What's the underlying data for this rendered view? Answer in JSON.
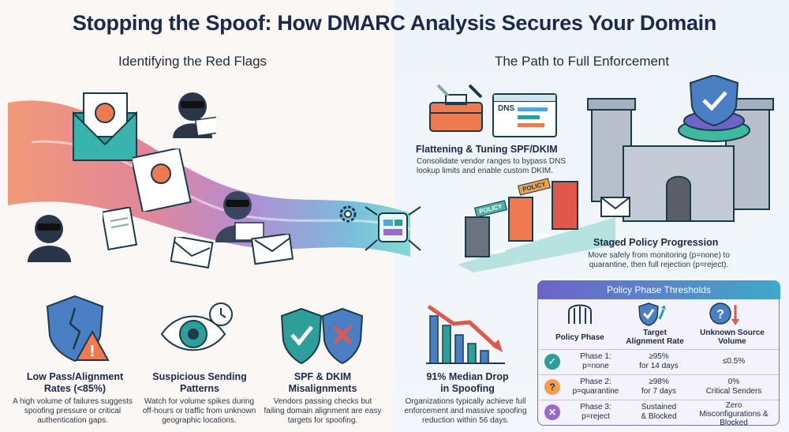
{
  "title": "Stopping the Spoof: How DMARC Analysis Secures Your Domain",
  "left_section": {
    "heading": "Identifying the Red Flags",
    "cards": [
      {
        "title": "Low Pass/Alignment Rates (<85%)",
        "text": "A high volume of failures suggests spoofing pressure or critical authentication gaps."
      },
      {
        "title": "Suspicious Sending Patterns",
        "text": "Watch for volume spikes during off-hours or traffic from unknown geographic locations."
      },
      {
        "title": "SPF & DKIM Misalignments",
        "text": "Vendors passing checks but failing domain alignment are easy targets for spoofing."
      }
    ]
  },
  "right_section": {
    "heading": "The Path to Full Enforcement",
    "dns_label": "DNS",
    "policy_tag": "POLICY",
    "flattening": {
      "title": "Flattening & Tuning SPF/DKIM",
      "text": "Consolidate vendor ranges to bypass DNS lookup limits and enable custom DKIM."
    },
    "staged": {
      "title": "Staged Policy Progression",
      "text": "Move safely from monitoring (p=none) to quarantine, then full rejection (p=reject)."
    },
    "drop": {
      "title": "91% Median Drop in Spoofing",
      "text": "Organizations typically achieve full enforcement and massive spoofing reduction within 56 days."
    }
  },
  "thresholds": {
    "title": "Policy Phase Thresholds",
    "columns": [
      "Policy Phase",
      "Target Alignment Rate",
      "Unknown Source Volume"
    ],
    "rows": [
      {
        "phase": "Phase 1:",
        "policy": "p=none",
        "rate": "≥95%",
        "rate_note": "for 14 days",
        "unknown": "≤0.5%",
        "unknown_note": "",
        "status": "check"
      },
      {
        "phase": "Phase 2:",
        "policy": "p=quarantine",
        "rate": "≥98%",
        "rate_note": "for 7 days",
        "unknown": "0%",
        "unknown_note": "Critical Senders",
        "status": "question"
      },
      {
        "phase": "Phase 3:",
        "policy": "p=reject",
        "rate": "Sustained",
        "rate_note": "& Blocked",
        "unknown": "Zero",
        "unknown_note": "Misconfigurations & Blocked",
        "status": "x"
      }
    ]
  }
}
